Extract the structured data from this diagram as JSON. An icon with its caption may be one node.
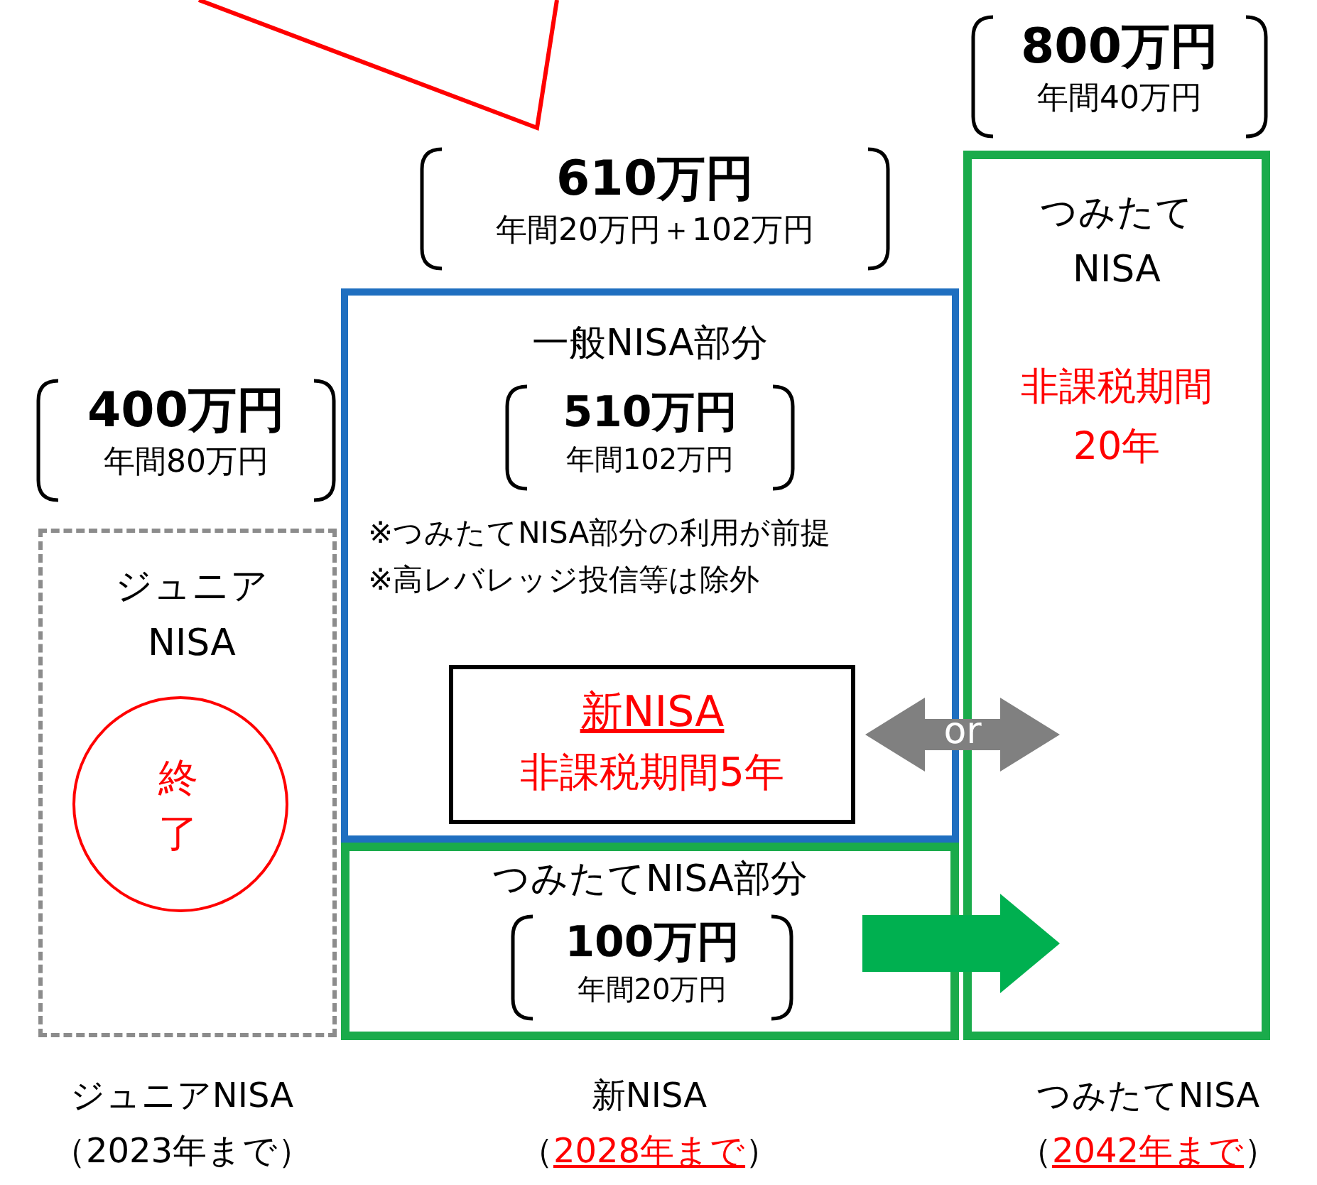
{
  "diagram": {
    "nodes": [
      {
        "text": [
          "ジュニア NISA"
        ],
        "beside": [
          "400万円",
          "年間80万円"
        ]
      },
      {
        "text": [
          "終了"
        ],
        "in": 0
      },
      {
        "text": [
          "一般NISA部分",
          "510万円",
          "年間102万円",
          "※つみたてNISA部分の利用が前提",
          "※高レバレッジ投信等は除外"
        ],
        "beside": [
          "610万円",
          "年間20万円＋102万円"
        ]
      },
      {
        "text": [
          "つみたてNISA部分",
          "100万円",
          "年間20万円"
        ]
      },
      {
        "text": [
          "新NISA",
          "非課税期間5年"
        ],
        "in": 2
      },
      {
        "text": [
          "つみたて NISA",
          "非課税期間 20年"
        ],
        "beside": [
          "800万円",
          "年間40万円"
        ]
      }
    ],
    "edges": [
      {
        "from": 2,
        "to": 5,
        "arrow": "both",
        "label": "or"
      },
      {
        "from": 3,
        "to": 5,
        "arrow": "to",
        "style": "thick",
        "color": "#00b050"
      }
    ],
    "labels": [
      "ジュニアNISA",
      "（2023年まで）",
      "新NISA",
      "（2028年まで）",
      "つみたてNISA",
      "（2042年まで）"
    ]
  }
}
